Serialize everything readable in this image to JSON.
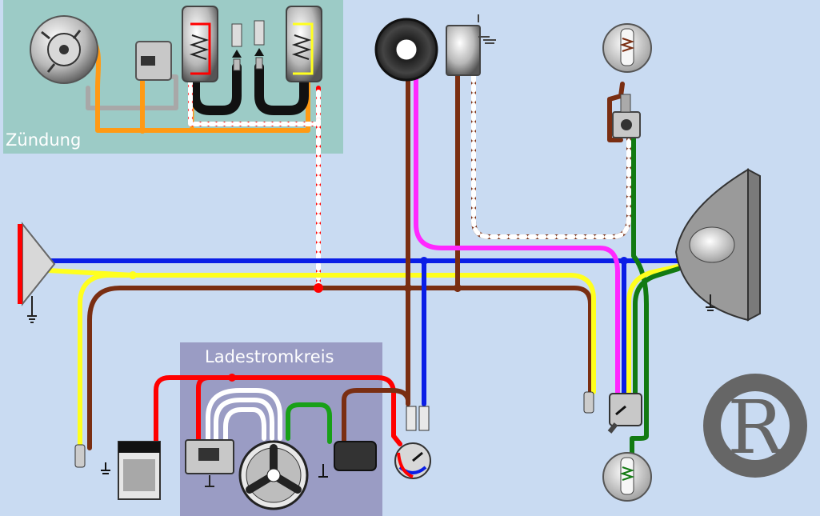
{
  "panels": {
    "ignition": {
      "label": "Zündung"
    },
    "charging": {
      "label": "Ladestromkreis"
    }
  },
  "logo": {
    "letter": "R"
  },
  "wire_colors": {
    "blue": "#0a1ee6",
    "yellow": "#ffff1e",
    "brown": "#7a2e12",
    "red": "#ff0000",
    "white": "#ffffff",
    "magenta": "#ff28ff",
    "green": "#127a12",
    "orange": "#ff9a14",
    "grey": "#a8a8a8",
    "black": "#111111"
  },
  "panel_colors": {
    "ignition": "#9ccbc6",
    "charging": "#9a9cc4",
    "background": "#c9dbf2"
  }
}
